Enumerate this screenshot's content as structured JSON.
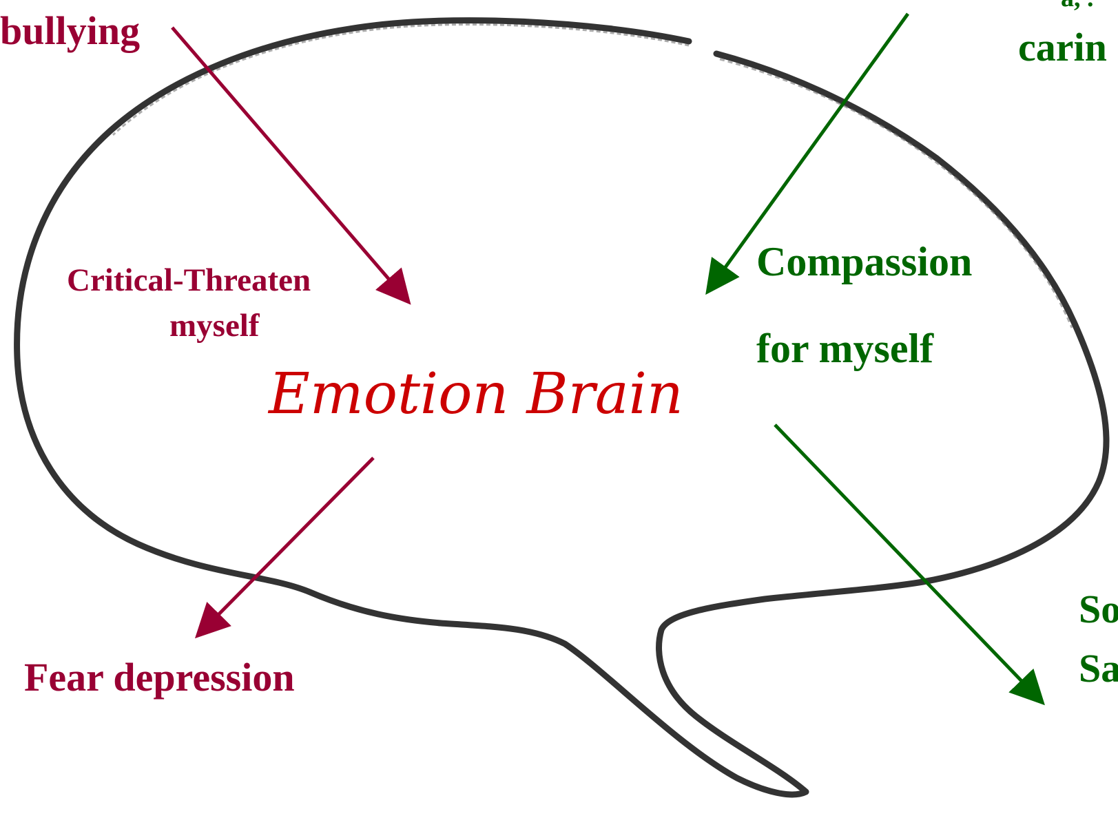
{
  "labels": {
    "bullying": "bullying",
    "caring": "carin",
    "critical_line1": "Critical-Threaten",
    "critical_line2": "myself",
    "compassion_line1": "Compassion",
    "compassion_line2": "for myself",
    "emotion_brain": "Emotion Brain",
    "fear_depression": "Fear depression",
    "right_line1": "So",
    "right_line2": "Sa",
    "top_right_fragment": "a, ."
  },
  "colors": {
    "threat": "#990033",
    "soothe": "#006600",
    "title": "#cc0000",
    "outline": "#333333"
  }
}
